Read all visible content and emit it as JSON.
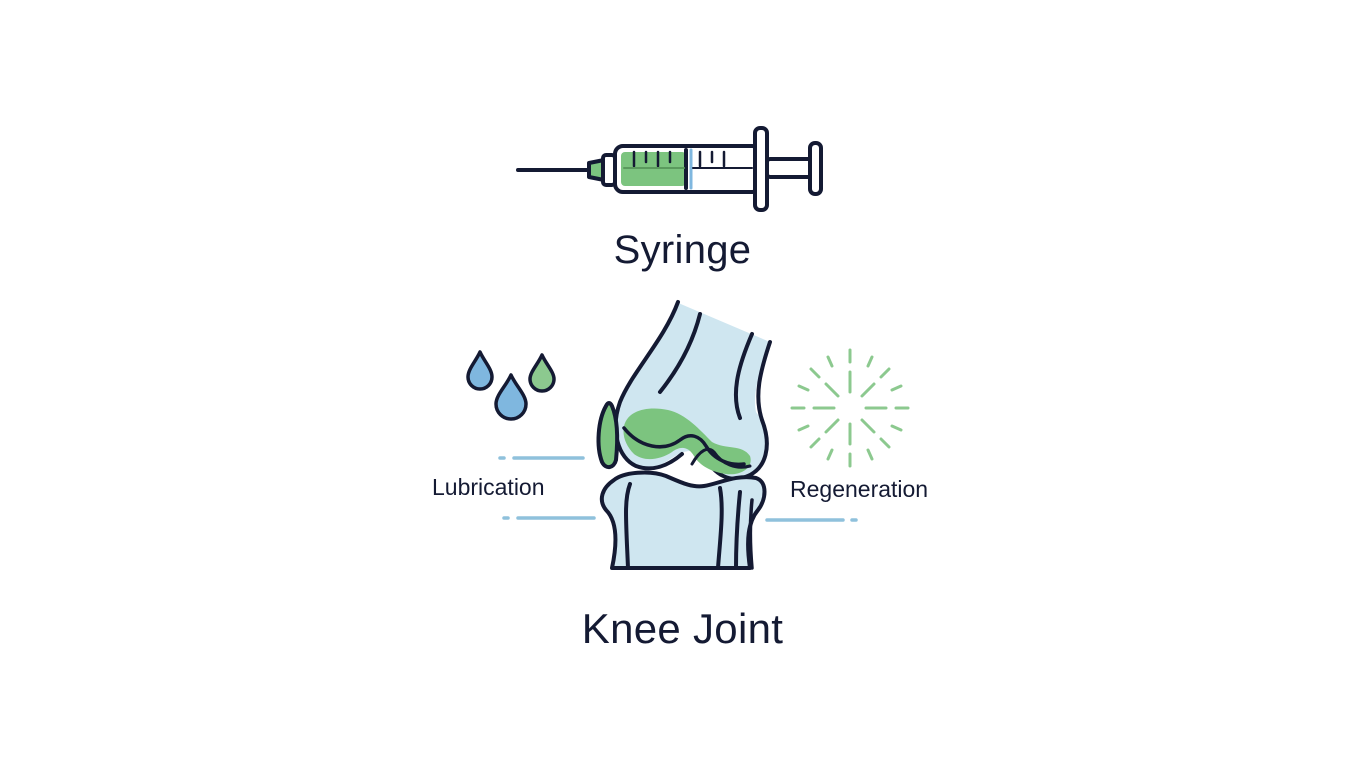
{
  "labels": {
    "syringe": "Syringe",
    "knee_joint": "Knee Joint",
    "lubrication": "Lubrication",
    "regeneration": "Regeneration"
  },
  "colors": {
    "outline": "#141a33",
    "bone_fill": "#cfe6f0",
    "cartilage_green": "#7cc47f",
    "drop_blue": "#7fb7df",
    "drop_green": "#8cc98f",
    "connector_line": "#8fc1dc",
    "burst_green": "#8cc98f"
  },
  "icons": [
    "syringe-icon",
    "knee-joint-icon",
    "water-drop-icon",
    "starburst-icon"
  ]
}
